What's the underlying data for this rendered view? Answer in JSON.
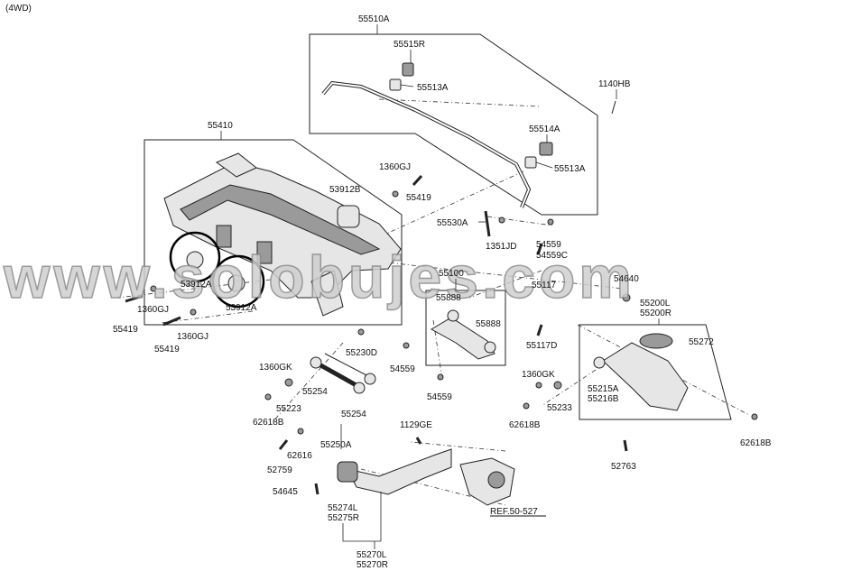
{
  "header": {
    "variant": "(4WD)"
  },
  "watermark": "www.solobujes.com",
  "labels": {
    "l55510A": "55510A",
    "l55515R": "55515R",
    "l55513A_1": "55513A",
    "l1140HB": "1140HB",
    "l55514A": "55514A",
    "l55513A_2": "55513A",
    "l55410": "55410",
    "l1360GJ_1": "1360GJ",
    "l53912B": "53912B",
    "l55419_1": "55419",
    "l55530A": "55530A",
    "l1351JD": "1351JD",
    "l54559_1": "54559",
    "l54559C": "54559C",
    "l55100": "55100",
    "l55117_1": "55117",
    "l54640": "54640",
    "l55888_1": "55888",
    "l55200L": "55200L",
    "l55200R": "55200R",
    "l55888_2": "55888",
    "l55272": "55272",
    "l55117D": "55117D",
    "l53912A_1": "53912A",
    "l53912A_2": "53912A",
    "l55419_2": "55419",
    "l1360GJ_2": "1360GJ",
    "l55419_3": "55419",
    "l1360GJ_3": "1360GJ",
    "l55230D": "55230D",
    "l54559_2": "54559",
    "l1360GK_1": "1360GK",
    "l55254_1": "55254",
    "l55223": "55223",
    "l54559_3": "54559",
    "l1360GK_2": "1360GK",
    "l55215A": "55215A",
    "l55216B": "55216B",
    "l55233": "55233",
    "l62618B_1": "62618B",
    "l55254_2": "55254",
    "l62618B_2": "62618B",
    "l1129GE": "1129GE",
    "l55250A": "55250A",
    "l62616": "62616",
    "l62618B_3": "62618B",
    "l52759": "52759",
    "l52763": "52763",
    "l54645": "54645",
    "l55274L": "55274L",
    "l55275R": "55275R",
    "lREF": "REF.50-527",
    "l55270L": "55270L",
    "l55270R": "55270R"
  }
}
